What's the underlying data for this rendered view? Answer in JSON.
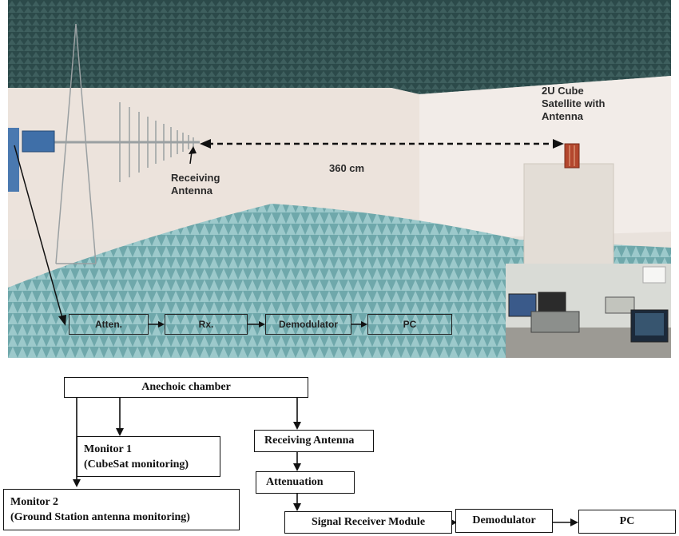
{
  "photo": {
    "labels": {
      "cubesat": "2U Cube\nSatellite with\nAntenna",
      "distance": "360 cm",
      "receiving_antenna": "Receiving\nAntenna"
    },
    "chain": [
      "Atten.",
      "Rx.",
      "Demodulator",
      "PC"
    ],
    "colors": {
      "ceiling_absorber": "#2c4a4a",
      "wall": "#ece4de",
      "floor_absorber": "#7fb5b8"
    }
  },
  "flow": {
    "anechoic_chamber": "Anechoic chamber",
    "monitor1_line1": "Monitor 1",
    "monitor1_line2": "(CubeSat monitoring)",
    "monitor2_line1": "Monitor 2",
    "monitor2_line2": "(Ground Station antenna monitoring)",
    "receiving_antenna": "Receiving Antenna",
    "attenuation": "Attenuation",
    "signal_receiver": "Signal Receiver Module",
    "demodulator": "Demodulator",
    "pc": "PC"
  }
}
